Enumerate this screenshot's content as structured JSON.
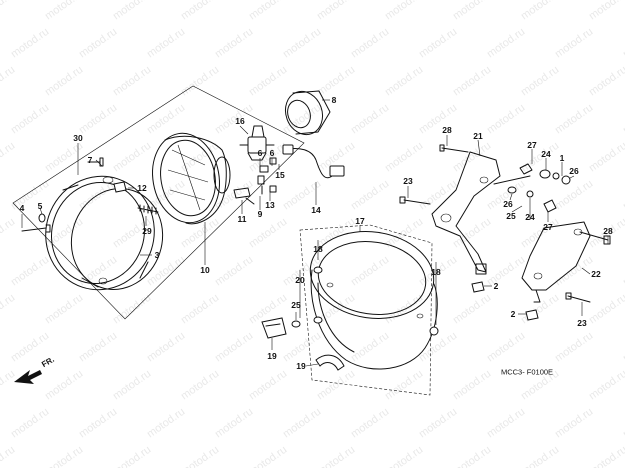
{
  "watermark": "motod.ru",
  "diagram_code": "MCC3- F0100E",
  "direction_label": "FR.",
  "callouts": [
    "1",
    "2",
    "3",
    "4",
    "5",
    "6",
    "7",
    "8",
    "9",
    "10",
    "11",
    "12",
    "13",
    "14",
    "15",
    "16",
    "17",
    "18",
    "19",
    "20",
    "21",
    "22",
    "23",
    "24",
    "25",
    "26",
    "27",
    "28",
    "29",
    "30"
  ],
  "labels": [
    {
      "id": "30",
      "text": "30"
    },
    {
      "id": "7",
      "text": "7"
    },
    {
      "id": "12",
      "text": "12"
    },
    {
      "id": "4",
      "text": "4"
    },
    {
      "id": "5",
      "text": "5"
    },
    {
      "id": "29",
      "text": "29"
    },
    {
      "id": "3",
      "text": "3"
    },
    {
      "id": "10",
      "text": "10"
    },
    {
      "id": "16",
      "text": "16"
    },
    {
      "id": "8",
      "text": "8"
    },
    {
      "id": "6a",
      "text": "6"
    },
    {
      "id": "6b",
      "text": "6"
    },
    {
      "id": "15",
      "text": "15"
    },
    {
      "id": "11",
      "text": "11"
    },
    {
      "id": "9",
      "text": "9"
    },
    {
      "id": "13",
      "text": "13"
    },
    {
      "id": "14",
      "text": "14"
    },
    {
      "id": "17",
      "text": "17"
    },
    {
      "id": "18a",
      "text": "18"
    },
    {
      "id": "18b",
      "text": "18"
    },
    {
      "id": "20",
      "text": "20"
    },
    {
      "id": "25a",
      "text": "25"
    },
    {
      "id": "19a",
      "text": "19"
    },
    {
      "id": "19b",
      "text": "19"
    },
    {
      "id": "28a",
      "text": "28"
    },
    {
      "id": "21",
      "text": "21"
    },
    {
      "id": "27a",
      "text": "27"
    },
    {
      "id": "24a",
      "text": "24"
    },
    {
      "id": "1",
      "text": "1"
    },
    {
      "id": "26a",
      "text": "26"
    },
    {
      "id": "23a",
      "text": "23"
    },
    {
      "id": "26b",
      "text": "26"
    },
    {
      "id": "25b",
      "text": "25"
    },
    {
      "id": "24b",
      "text": "24"
    },
    {
      "id": "27b",
      "text": "27"
    },
    {
      "id": "28b",
      "text": "28"
    },
    {
      "id": "22",
      "text": "22"
    },
    {
      "id": "2a",
      "text": "2"
    },
    {
      "id": "2b",
      "text": "2"
    },
    {
      "id": "23b",
      "text": "23"
    }
  ]
}
